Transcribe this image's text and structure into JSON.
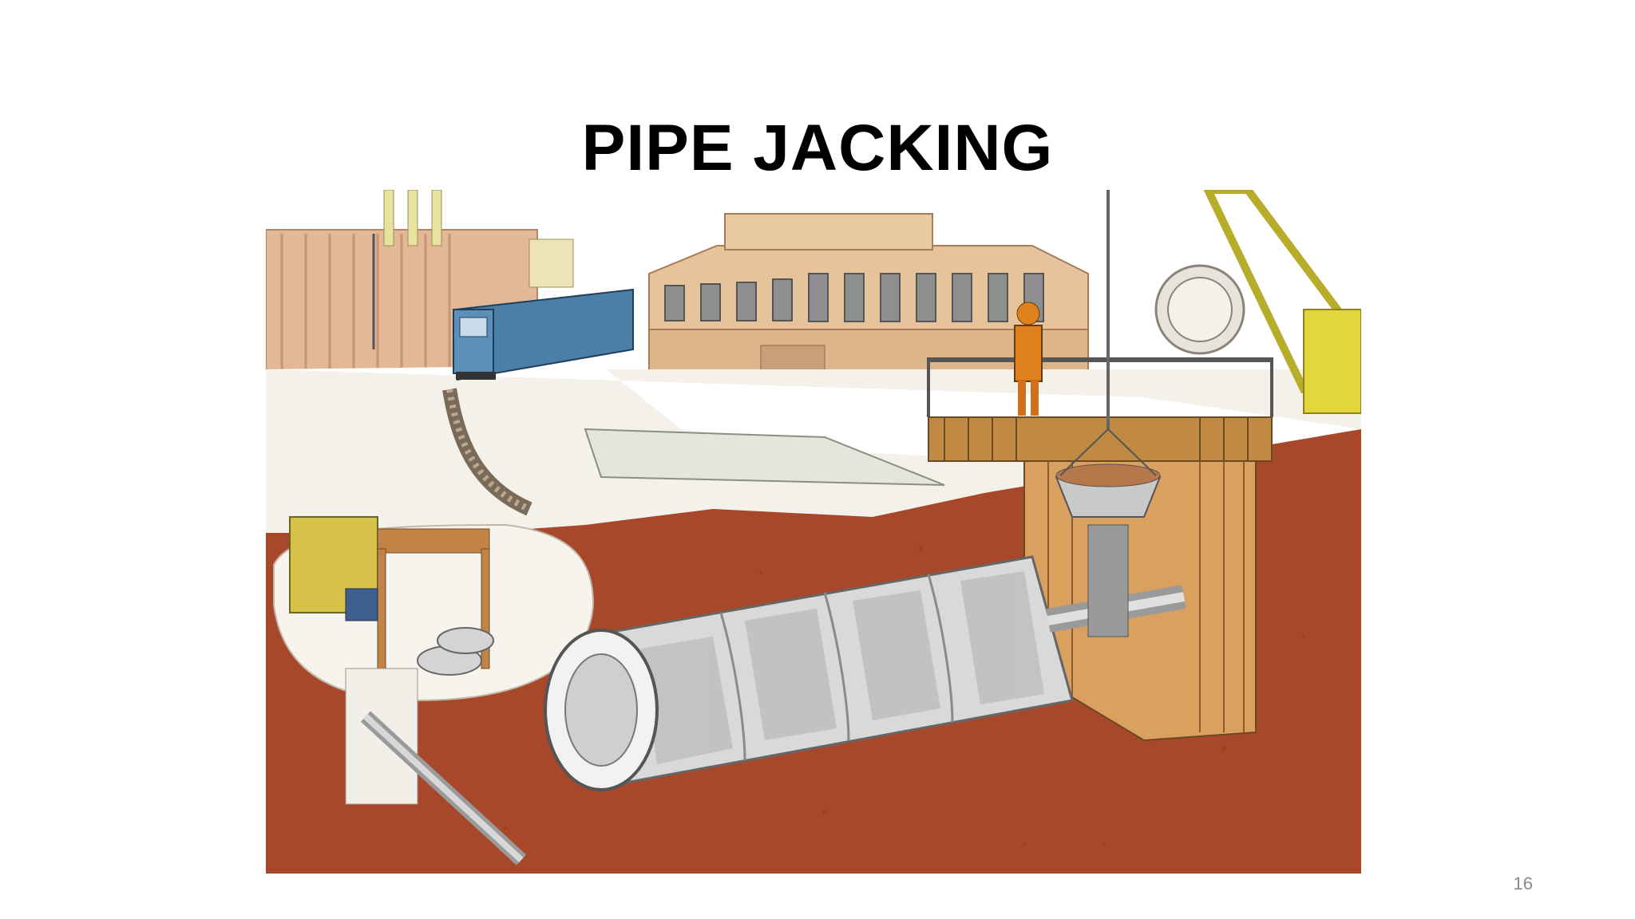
{
  "slide": {
    "title": "PIPE JACKING",
    "page_number": "16"
  },
  "illustration": {
    "subject": "cutaway-illustration-pipe-jacking",
    "colors": {
      "soil": "#a8482a",
      "soil_dark": "#8e3a20",
      "snow": "#f4f1ea",
      "building": "#e6c39a",
      "building_shade": "#c99f74",
      "pipe": "#d9d9d9",
      "pipe_shade": "#9a9a9a",
      "timber": "#c08a45",
      "crane": "#d8cc3a",
      "train": "#4b7fa8",
      "worker": "#e0811f"
    }
  }
}
